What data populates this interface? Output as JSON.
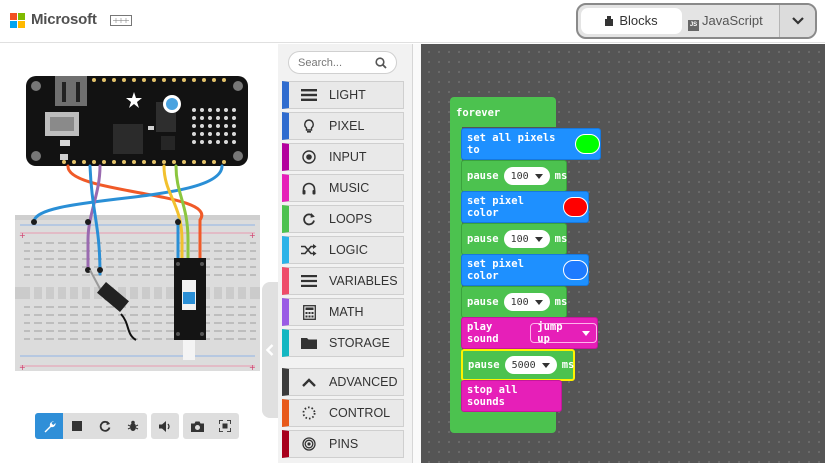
{
  "header": {
    "brand": "Microsoft",
    "brand_colors": [
      "#f25022",
      "#7fba00",
      "#00a4ef",
      "#ffb900"
    ],
    "board_icon": "circuit-board-icon",
    "editor_toggle": {
      "blocks_label": "Blocks",
      "javascript_label": "JavaScript",
      "js_badge": "JS",
      "selected": "Blocks"
    }
  },
  "simulator": {
    "board": "circuit-playground-feather",
    "toolbar": [
      {
        "icon": "wrench-icon",
        "active": true
      },
      {
        "icon": "stop-icon",
        "active": false
      },
      {
        "icon": "restart-icon",
        "active": false
      },
      {
        "icon": "bug-icon",
        "active": false
      },
      {
        "icon": "volume-icon",
        "active": false
      },
      {
        "icon": "camera-icon",
        "active": false
      },
      {
        "icon": "fullscreen-icon",
        "active": false
      }
    ]
  },
  "toolbox": {
    "search_placeholder": "Search...",
    "categories": [
      {
        "label": "LIGHT",
        "color": "#2f6ccf",
        "icon": "light-bars-icon"
      },
      {
        "label": "PIXEL",
        "color": "#2f6ccf",
        "icon": "lightbulb-icon"
      },
      {
        "label": "INPUT",
        "color": "#b4009e",
        "icon": "target-icon"
      },
      {
        "label": "MUSIC",
        "color": "#e61fb8",
        "icon": "headphones-icon"
      },
      {
        "label": "LOOPS",
        "color": "#4cc24f",
        "icon": "refresh-icon"
      },
      {
        "label": "LOGIC",
        "color": "#2bb3e8",
        "icon": "shuffle-icon"
      },
      {
        "label": "VARIABLES",
        "color": "#ee4d6a",
        "icon": "list-icon"
      },
      {
        "label": "MATH",
        "color": "#9a5ce5",
        "icon": "calculator-icon"
      },
      {
        "label": "STORAGE",
        "color": "#13b7c2",
        "icon": "folder-icon"
      },
      {
        "label": "ADVANCED",
        "color": "#3c3c3c",
        "icon": "chevron-up-icon"
      },
      {
        "label": "CONTROL",
        "color": "#e85a1b",
        "icon": "dotted-circle-icon"
      },
      {
        "label": "PINS",
        "color": "#a8001c",
        "icon": "pin-circle-icon"
      }
    ]
  },
  "workspace": {
    "forever_label": "forever",
    "statements": [
      {
        "kind": "set_all",
        "text": "set all pixels to",
        "color": "#00ff00"
      },
      {
        "kind": "pause",
        "text": "pause",
        "value": "100",
        "unit": "ms"
      },
      {
        "kind": "set_pixel",
        "text": "set pixel color",
        "color": "#ff0000"
      },
      {
        "kind": "pause",
        "text": "pause",
        "value": "100",
        "unit": "ms"
      },
      {
        "kind": "set_pixel",
        "text": "set pixel color",
        "color": "#1e7bff"
      },
      {
        "kind": "pause",
        "text": "pause",
        "value": "100",
        "unit": "ms"
      },
      {
        "kind": "play_sound",
        "text": "play sound",
        "sound": "jump up"
      },
      {
        "kind": "pause",
        "text": "pause",
        "value": "5000",
        "unit": "ms",
        "selected": true
      },
      {
        "kind": "stop",
        "text": "stop all sounds"
      }
    ]
  }
}
